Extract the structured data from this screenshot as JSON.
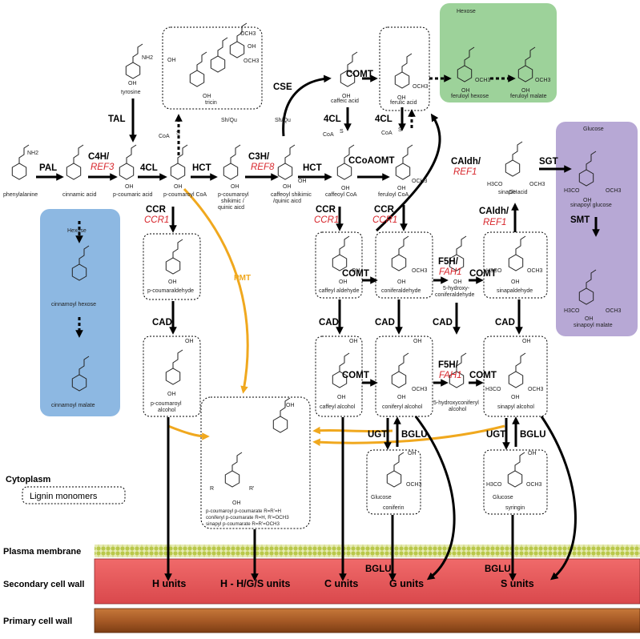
{
  "compounds": {
    "phenylalanine": "phenylalanine",
    "cinnamic_acid": "cinnamic acid",
    "p_coumaric_acid": "p-coumaric acid",
    "p_coumaroyl_coa": "p-coumaroyl CoA",
    "p_coumaroyl_shikimic_1": "p-coumaroyl",
    "p_coumaroyl_shikimic_2": "shikimic /",
    "p_coumaroyl_shikimic_3": "quinic aicd",
    "caffeoyl_shikimic_1": "caffeoyl shikimic",
    "caffeoyl_shikimic_2": "/quinic aicd",
    "caffeoyl_coa": "caffeoyl CoA",
    "feruloyl_coa": "feruloyl CoA",
    "tyrosine": "tyrosine",
    "tricin": "tricin",
    "caffeic_acid": "caffeic acid",
    "ferulic_acid": "ferulic acid",
    "feruloyl_hexose": "feruloyl hexose",
    "feruloyl_malate": "feruloyl malate",
    "sinapic_acid": "sinapic  acid",
    "sinapoyl_glucose": "sinapoyl glucose",
    "sinapoyl_malate": "sinapoyl  malate",
    "cinnamoyl_hexose": "cinnamoyl  hexose",
    "cinnamoyl_malate": "cinnamoyl  malate",
    "p_coumaraldehyde": "p-coumaraldehyde",
    "caffeyl_aldehyde": "caffeyl aldehyde",
    "coniferaldehyde": "coniferaldehyde",
    "hydroxyconiferaldehyde_1": "5-hydroxy-",
    "hydroxyconiferaldehyde_2": "coniferaldehyde",
    "sinapaldehyde": "sinapaldehyde",
    "p_coumaryl_alcohol_1": "p-coumaroyl",
    "p_coumaryl_alcohol_2": "alcohol",
    "caffeyl_alcohol": "caffeyl alcohol",
    "coniferyl_alcohol": "coniferyl alcohol",
    "hydroxyconiferyl_alcohol_1": "5-hydroxyconiferyl",
    "hydroxyconiferyl_alcohol_2": "alcohol",
    "sinapyl_alcohol": "sinapyl  alcohol",
    "coniferin": "coniferin",
    "syringin": "syringin",
    "pc_1": "p-coumaroyl p-coumarate R=R'=H",
    "pc_2": "coniferyl p-coumarate R=H, R'=OCH3",
    "pc_3": "sinapyl p-coumarate R=R'=OCH3"
  },
  "atom_labels": {
    "oh": "OH",
    "nh2": "NH2",
    "och3": "OCH3",
    "h3co": "H3CO",
    "hexose": "Hexose",
    "glucose": "Glucose",
    "coa": "CoA",
    "s": "S",
    "sh_qu": "Sh/Qu",
    "r": "R",
    "r_prime": "R'"
  },
  "enzymes": {
    "pal": "PAL",
    "c4h": "C4H/",
    "ref3": "REF3",
    "cl4_a": "4CL",
    "hct_a": "HCT",
    "c3h": "C3H/",
    "ref8": "REF8",
    "hct_b": "HCT",
    "tal": "TAL",
    "cse": "CSE",
    "comt_a": "COMT",
    "cl4_b": "4CL",
    "cl4_c": "4CL",
    "ccoaomt": "CCoAOMT",
    "caldh_a": "CAldh/",
    "ref1_a": "REF1",
    "caldh_b": "CAldh/",
    "ref1_b": "REF1",
    "sgt": "SGT",
    "smt": "SMT",
    "ccr_a": "CCR",
    "ccr1_a": "CCR1",
    "ccr_b": "CCR",
    "ccr1_b": "CCR1",
    "ccr_c": "CCR",
    "ccr1_c": "CCR1",
    "pmt": "PMT",
    "comt_b": "COMT",
    "f5h_a": "F5H/",
    "fah1_a": "FAH1",
    "comt_c": "COMT",
    "cad_a": "CAD",
    "cad_b": "CAD",
    "cad_c": "CAD",
    "cad_d": "CAD",
    "cad_e": "CAD",
    "comt_d": "COMT",
    "f5h_b": "F5H/",
    "fah1_b": "FAH1",
    "comt_e": "COMT",
    "ugt_a": "UGT",
    "bglu_a": "BGLU",
    "ugt_b": "UGT",
    "bglu_b": "BGLU",
    "bglu_c": "BGLU",
    "bglu_d": "BGLU"
  },
  "regions": {
    "cytoplasm": "Cytoplasm",
    "plasma_membrane": "Plasma membrane",
    "secondary_wall": "Secondary cell wall",
    "primary_wall": "Primary cell wall",
    "legend": "Lignin monomers"
  },
  "units": {
    "h": "H units",
    "hgs": "H - H/G/S units",
    "c": "C units",
    "g": "G units",
    "s": "S units"
  },
  "colors": {
    "green_box": "#9dd29a",
    "blue_box": "#8db8e2",
    "purple_box": "#b7a8d5",
    "gene_red": "#d7252b",
    "pmt_orange": "#f0a81e",
    "membrane_green": "#b9c84a",
    "secondary_wall": "#e8575a",
    "primary_wall": "#a75a26"
  }
}
